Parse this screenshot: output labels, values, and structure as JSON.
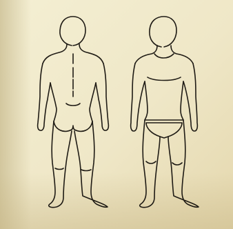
{
  "image": {
    "subject": "body-outline-figures",
    "figures": [
      {
        "view": "back"
      },
      {
        "view": "front"
      }
    ]
  },
  "colors": {
    "paper_light": "#f3edce",
    "paper_mid": "#ece3c0",
    "paper_shadow": "#c9bb8a",
    "ink": "#1e1a14"
  }
}
